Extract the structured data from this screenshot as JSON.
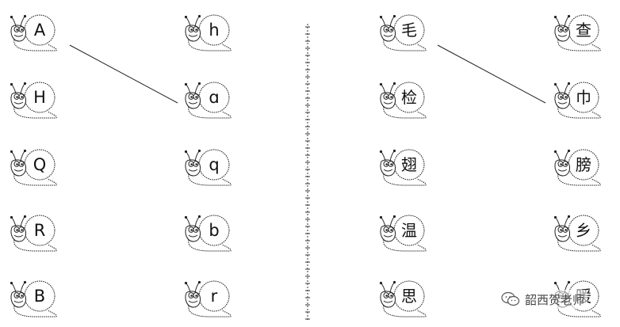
{
  "worksheet": {
    "letter_snails": {
      "left_column": [
        "A",
        "H",
        "Q",
        "R",
        "B"
      ],
      "right_column": [
        "h",
        "ɑ",
        "q",
        "b",
        "r"
      ]
    },
    "character_snails": {
      "left_column": [
        "毛",
        "检",
        "翅",
        "温",
        "思"
      ],
      "right_column": [
        "查",
        "巾",
        "膀",
        "乡",
        "暖"
      ]
    },
    "example_matches": [
      {
        "section": "letters",
        "from": "A",
        "to": "ɑ"
      },
      {
        "section": "characters",
        "from": "毛",
        "to": "巾"
      }
    ]
  },
  "watermark": {
    "text": "韶西贺老师",
    "icon": "wechat-icon"
  },
  "colors": {
    "ink": "#111111",
    "line": "#222222"
  }
}
